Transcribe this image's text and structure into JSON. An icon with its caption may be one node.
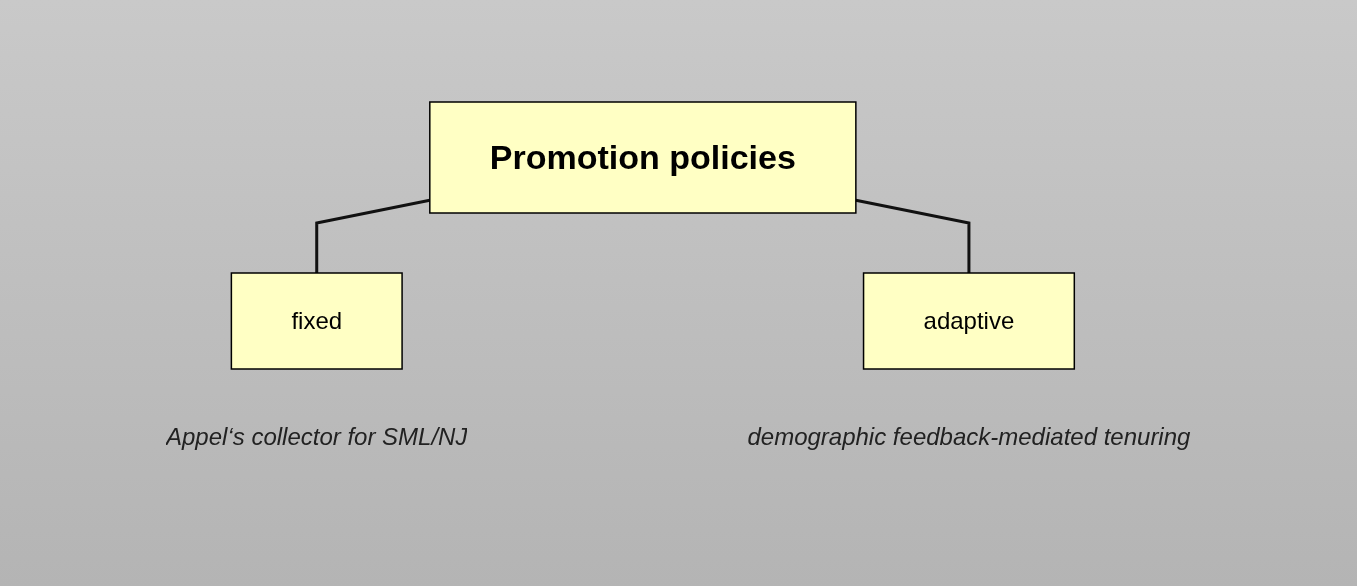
{
  "diagram": {
    "nodes": [
      {
        "text": [
          "Promotion policies"
        ]
      },
      {
        "text": [
          "fixed"
        ],
        "beside": [
          "Appel‘s collector for SML/NJ"
        ]
      },
      {
        "text": [
          "adaptive"
        ],
        "beside": [
          "demographic feedback-mediated tenuring"
        ]
      }
    ],
    "edges": [
      {
        "from": 0,
        "to": 1,
        "arrow": "none"
      },
      {
        "from": 0,
        "to": 2,
        "arrow": "none"
      }
    ]
  }
}
